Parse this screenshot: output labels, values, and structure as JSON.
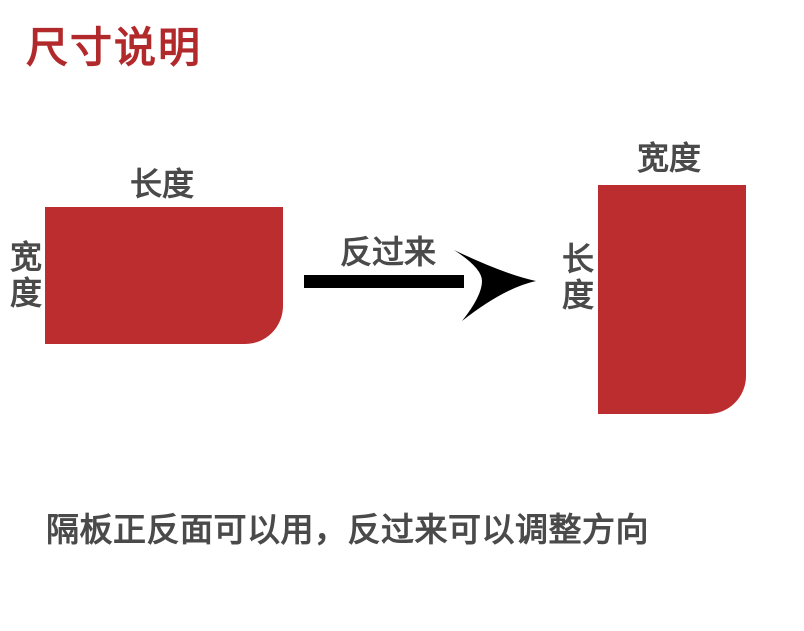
{
  "title": "尺寸说明",
  "left_panel": {
    "top_label": "长度",
    "side_label": "宽度"
  },
  "arrow_label": "反过来",
  "right_panel": {
    "top_label": "宽度",
    "side_label": "长度"
  },
  "note": "隔板正反面可以用，反过来可以调整方向",
  "colors": {
    "panel": "#bb2d2f",
    "title": "#b2292c",
    "text": "#4a4a4a",
    "arrow": "#000000"
  }
}
